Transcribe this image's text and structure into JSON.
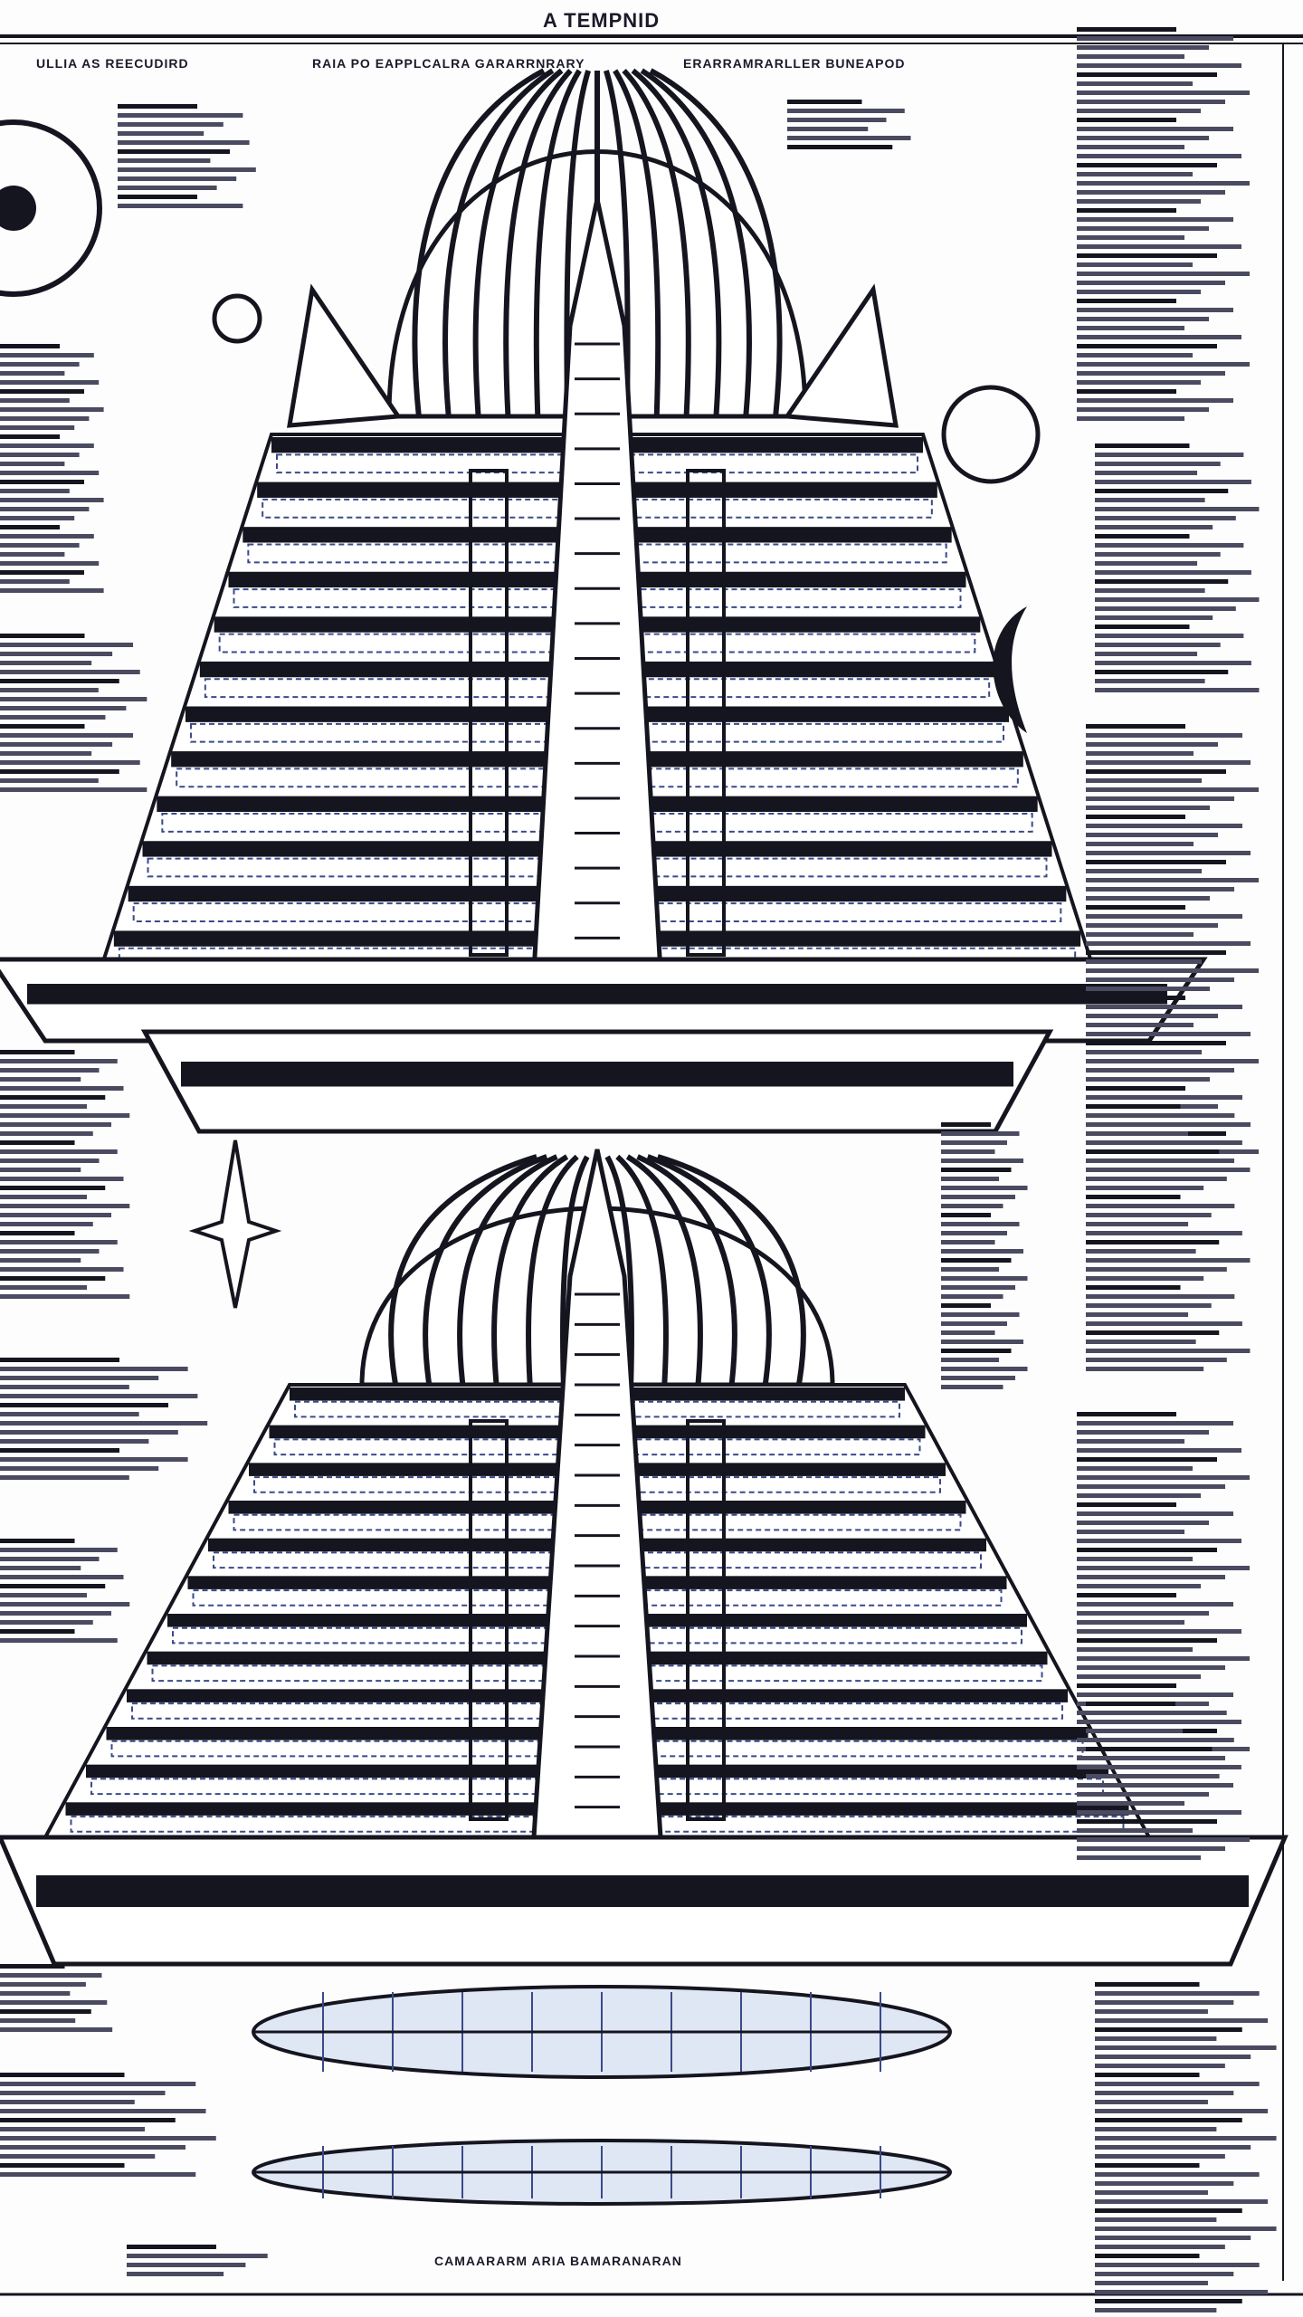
{
  "title": "A TEMPNID",
  "headings": {
    "top_left": "ULLIA AS REECUDIRD",
    "top_center": "RAIA PO EAPPLCALRA GARARRNRARY",
    "top_right": "ERARRAMRARLLER BUNEAPOD",
    "bottom_center": "CAMAARARM ARIA BAMARANARAN"
  },
  "colors": {
    "ink": "#15151f",
    "blue_ink": "#3a4a8a",
    "paper": "#fdfdfd"
  }
}
